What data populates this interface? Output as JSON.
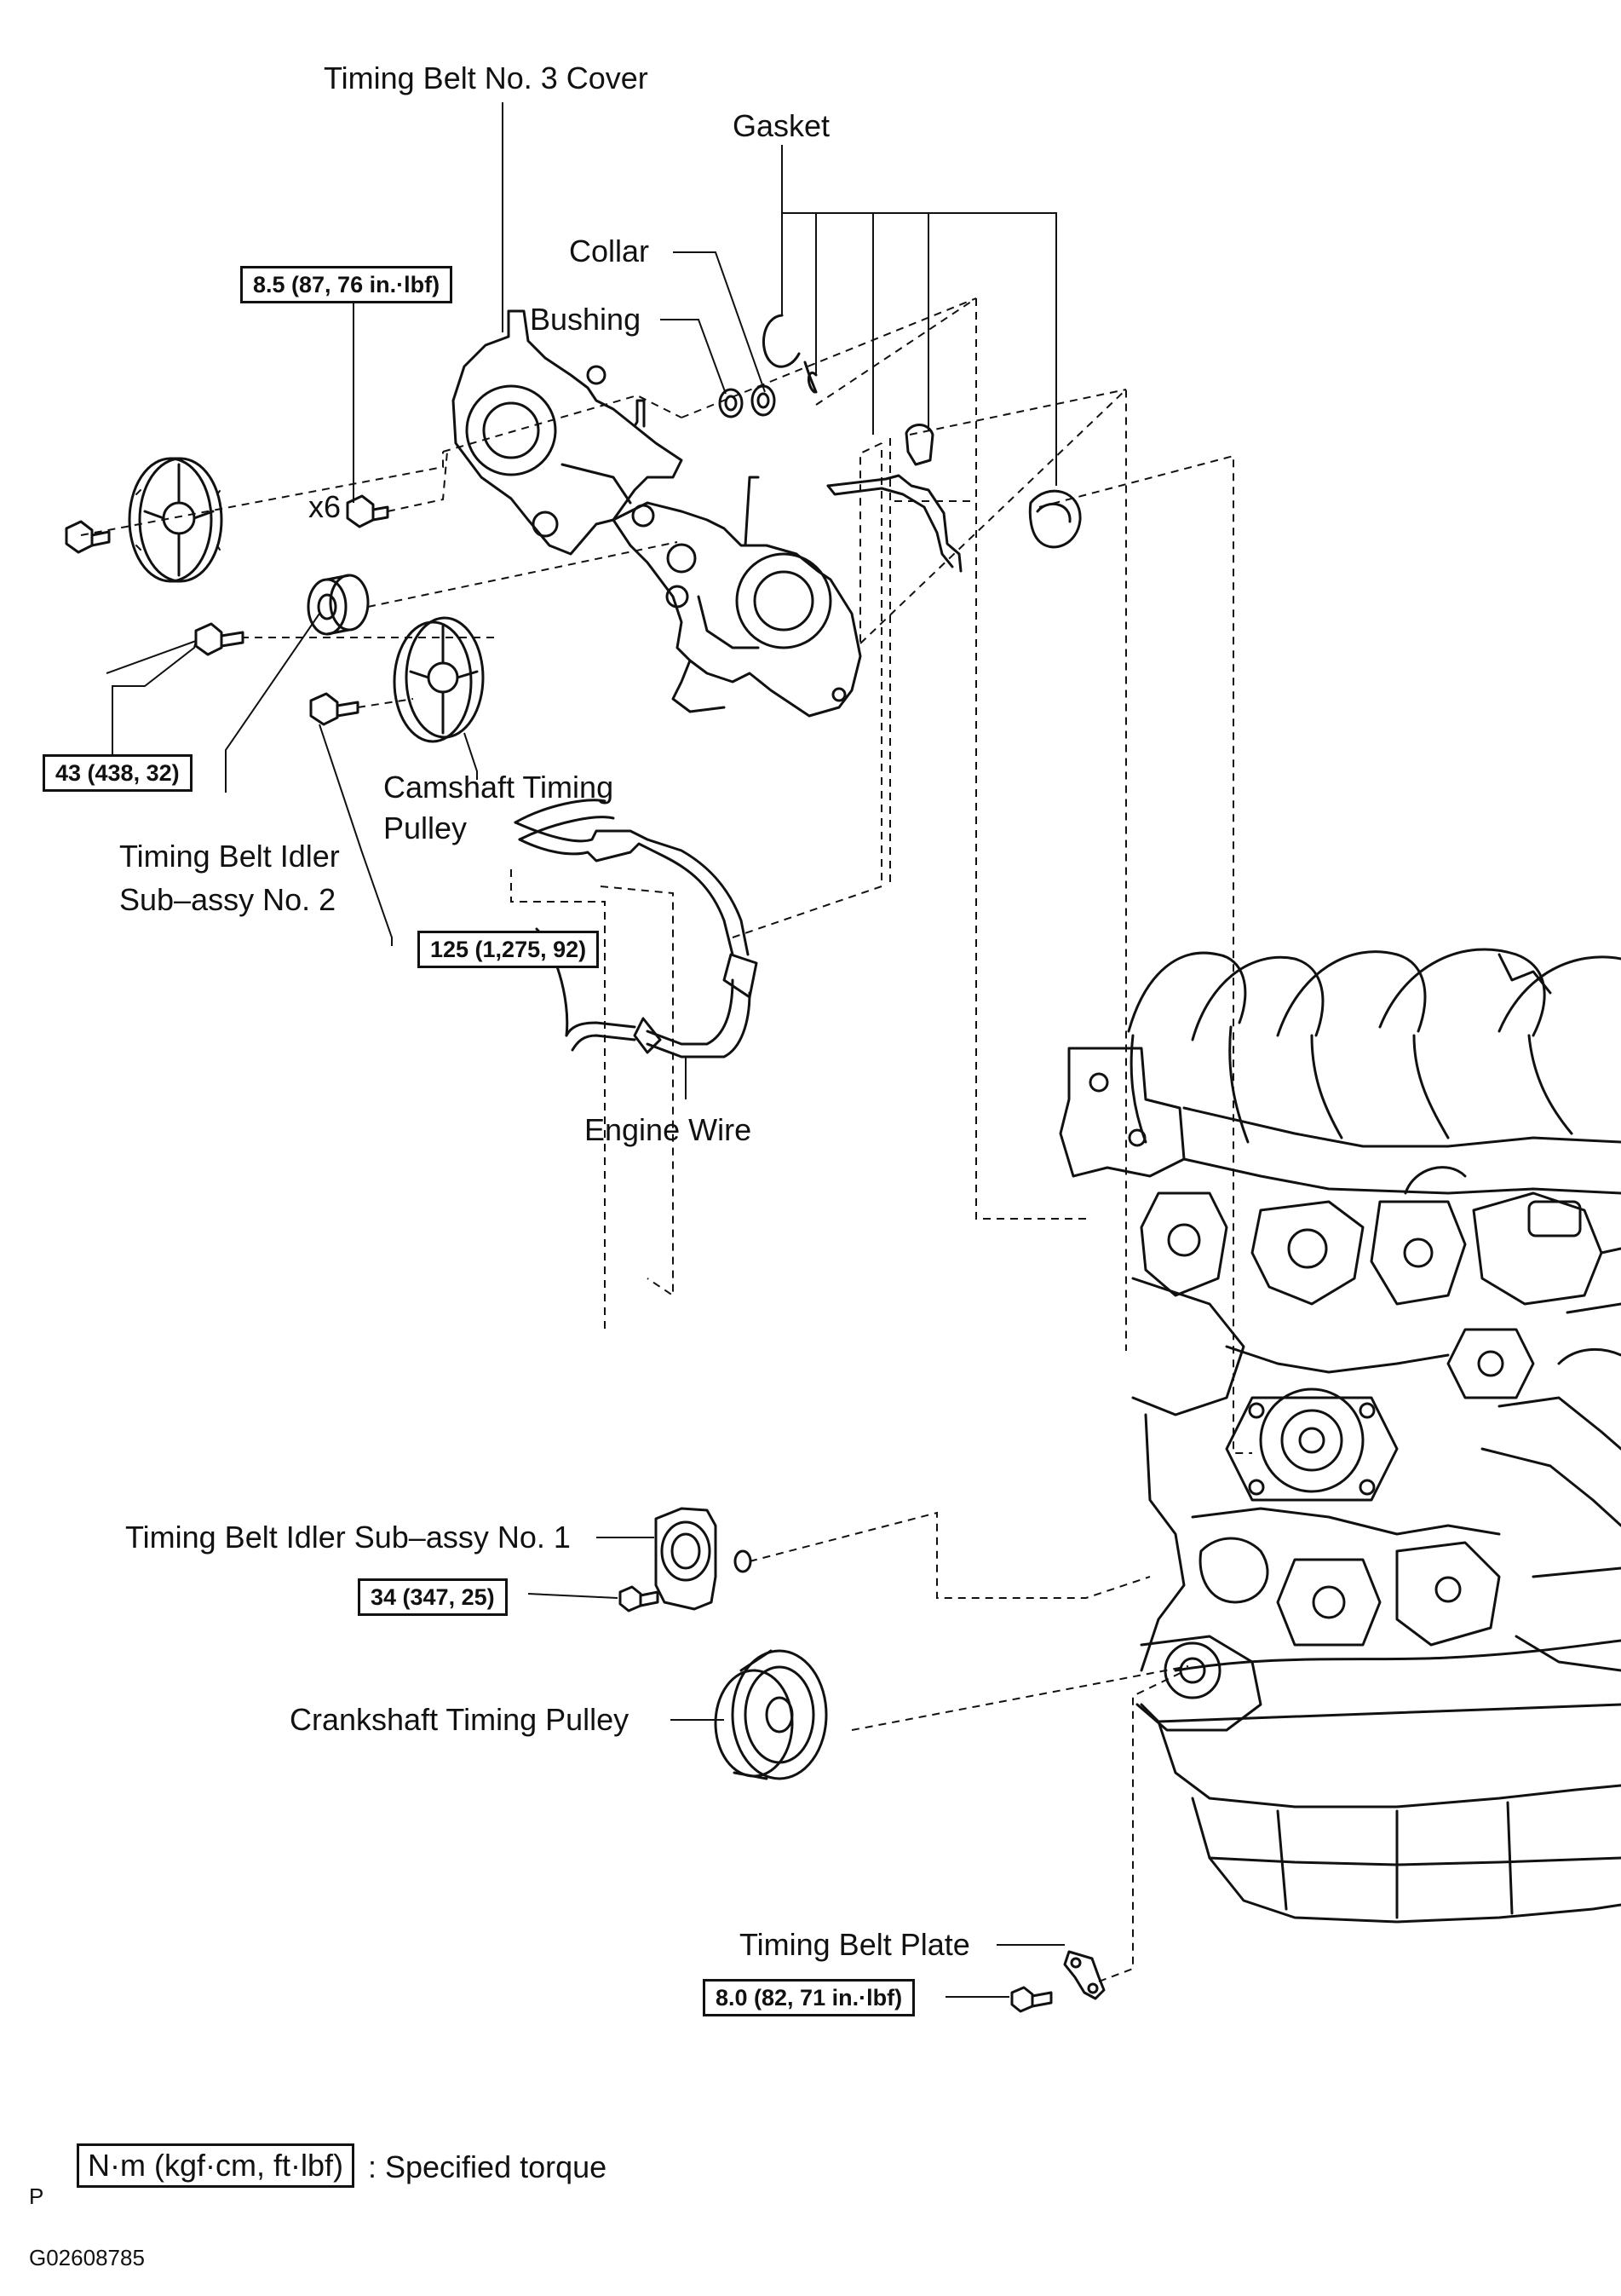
{
  "labels": {
    "timing_belt_no3_cover": "Timing Belt No. 3 Cover",
    "gasket": "Gasket",
    "collar": "Collar",
    "bushing": "Bushing",
    "camshaft_timing_pulley_line1": "Camshaft Timing",
    "camshaft_timing_pulley_line2": "Pulley",
    "idler_no2_line1": "Timing Belt Idler",
    "idler_no2_line2": "Sub–assy No. 2",
    "engine_wire": "Engine Wire",
    "idler_no1": "Timing Belt Idler Sub–assy No. 1",
    "crankshaft_timing_pulley": "Crankshaft Timing Pulley",
    "timing_belt_plate": "Timing Belt Plate",
    "bolt_count": "x6"
  },
  "torques": {
    "cover_bolts": "8.5 (87, 76 in.·lbf)",
    "idler_no2_bolt": "43 (438, 32)",
    "camshaft_pulley_bolt": "125 (1,275, 92)",
    "idler_no1_bolt": "34 (347, 25)",
    "timing_belt_plate_bolt": "8.0 (82, 71 in.·lbf)"
  },
  "legend": {
    "unit_box": "N·m (kgf·cm, ft·lbf)",
    "text": ": Specified torque"
  },
  "footer": {
    "letter": "P",
    "code": "G02608785"
  }
}
